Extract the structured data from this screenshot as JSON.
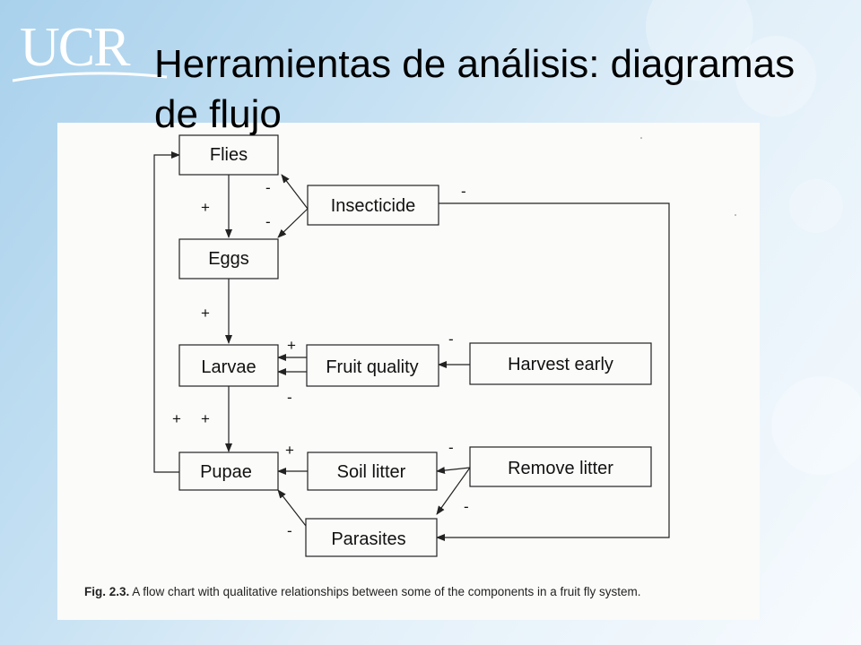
{
  "logo": {
    "text": "UCR"
  },
  "slide": {
    "title": "Herramientas de análisis: diagramas de flujo"
  },
  "diagram": {
    "nodes": {
      "flies": "Flies",
      "insecticide": "Insecticide",
      "eggs": "Eggs",
      "larvae": "Larvae",
      "fruit_quality": "Fruit quality",
      "harvest_early": "Harvest early",
      "pupae": "Pupae",
      "soil_litter": "Soil litter",
      "remove_litter": "Remove litter",
      "parasites": "Parasites"
    },
    "signs": {
      "flies_eggs": "+",
      "eggs_larvae": "+",
      "larvae_pupae_1": "+",
      "larvae_pupae_2": "+",
      "insecticide_flies": "-",
      "insecticide_eggs": "-",
      "insecticide_parasites": "-",
      "fruit_larvae_plus": "+",
      "fruit_larvae_minus": "-",
      "harvest_fruit": "-",
      "soil_pupae": "+",
      "remove_soil": "-",
      "remove_parasites": "-",
      "parasites_pupae": "-"
    },
    "caption_label": "Fig. 2.3.",
    "caption_text": "A flow chart with qualitative relationships between some of the components in a fruit fly system."
  }
}
